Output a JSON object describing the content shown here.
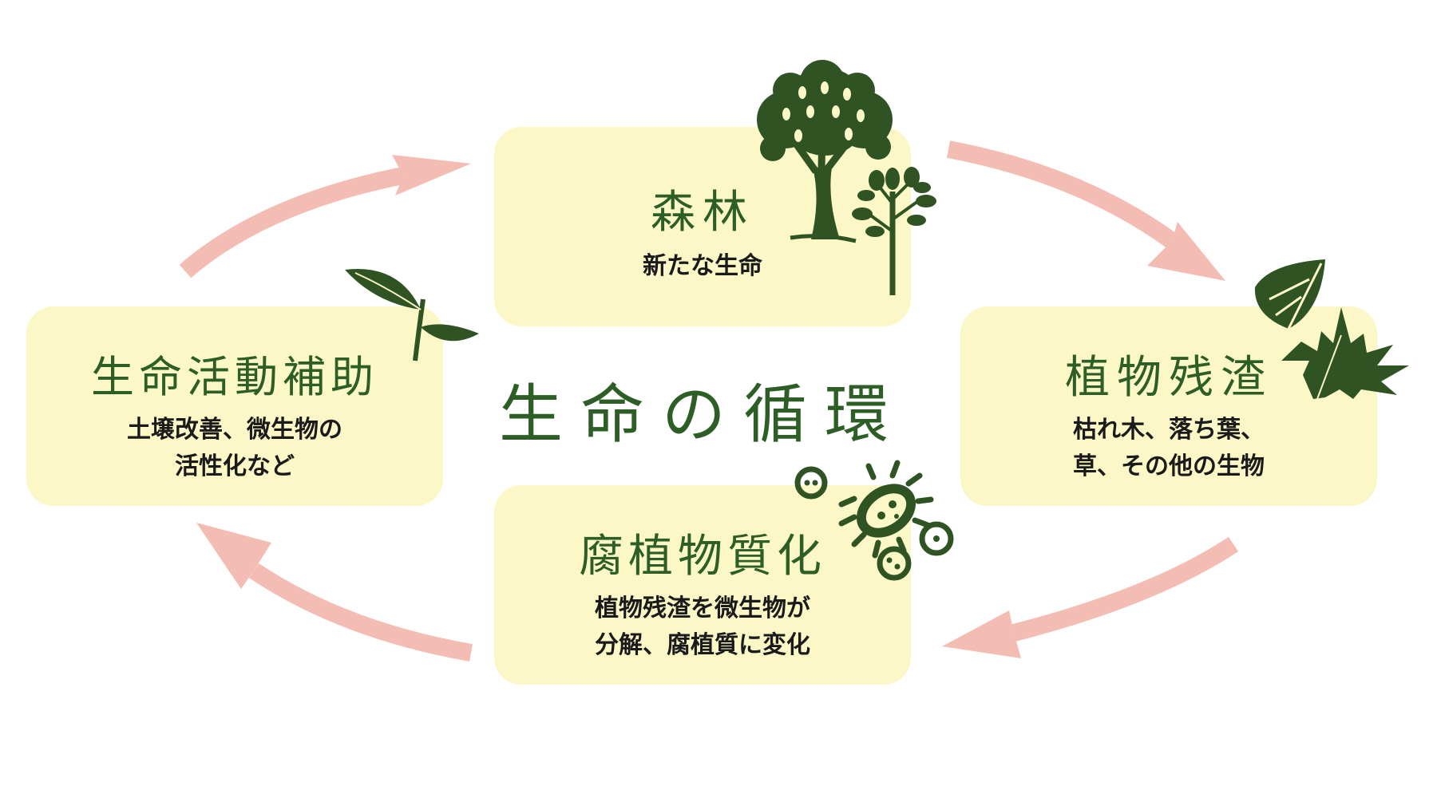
{
  "center_title": "生命の循環",
  "nodes": {
    "forest": {
      "title": "森林",
      "desc": [
        "新たな生命"
      ]
    },
    "residue": {
      "title": "植物残渣",
      "desc": [
        "枯れ木、落ち葉、",
        "草、その他の生物"
      ]
    },
    "humus": {
      "title": "腐植物質化",
      "desc": [
        "植物残渣を微生物が",
        "分解、腐植質に変化"
      ]
    },
    "support": {
      "title": "生命活動補助",
      "desc": [
        "土壌改善、微生物の",
        "活性化など"
      ]
    }
  },
  "colors": {
    "box_fill": "#fbf7c6",
    "title_green": "#2d5e26",
    "icon_green": "#2f5322",
    "arrow_pink": "#f3bdb3",
    "desc_text": "#1a1a1a"
  },
  "icons": [
    "tree-icon",
    "sapling-icon",
    "leaf-icon",
    "maple-leaf-icon",
    "microbe-icon",
    "sprout-icon"
  ]
}
